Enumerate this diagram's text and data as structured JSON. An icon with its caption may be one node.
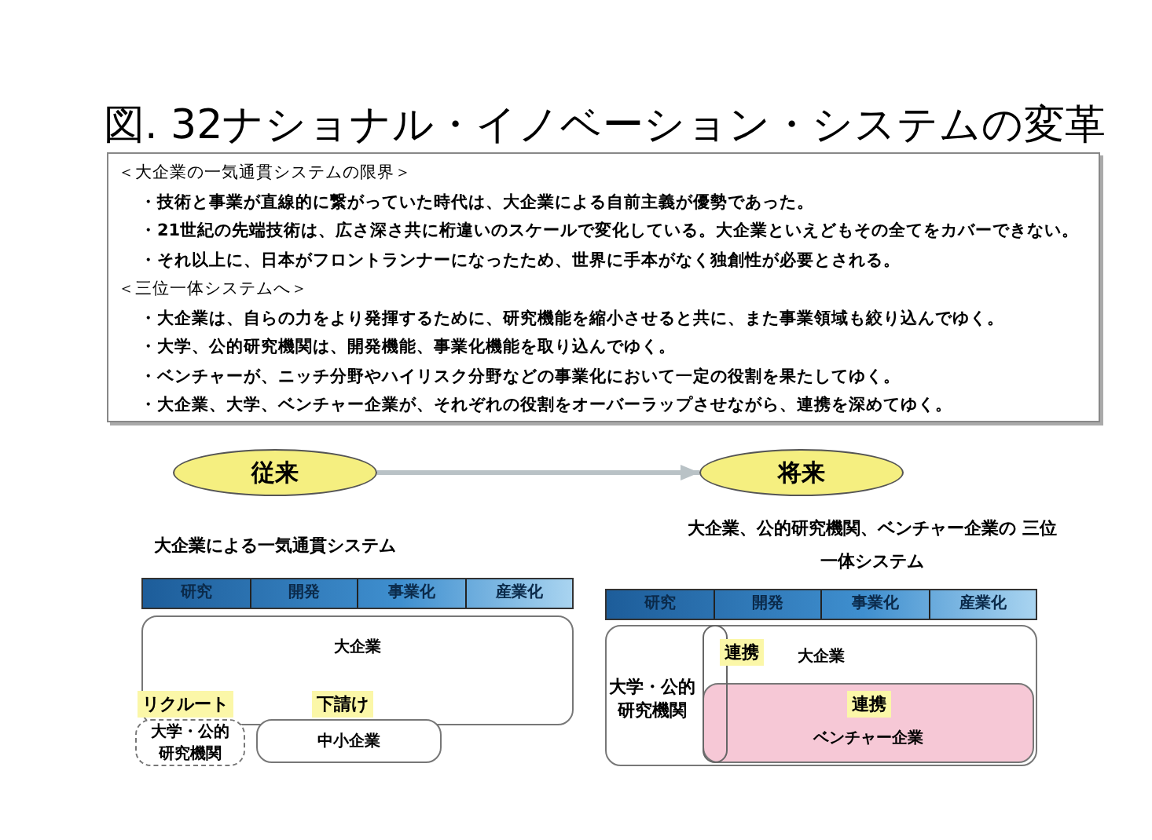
{
  "diagram": {
    "title": "図. 32ナショナル・イノベーション・システムの変革",
    "nodes": [
      {
        "text": [
          "＜大企業の一気通貫システムの限界＞",
          "・技術と事業が直線的に繋がっていた時代は、大企業による自前主義が優勢であった。",
          "・21世紀の先端技術は、広さ深さ共に桁違いのスケールで変化している。大企業といえどもその全てをカバーできない。",
          "・それ以上に、日本がフロントランナーになったため、世界に手本がなく独創性が必要とされる。",
          "＜三位一体システムへ＞",
          "・大企業は、自らの力をより発揮するために、研究機能を縮小させると共に、また事業領域も絞り込んでゆく。",
          "・大学、公的研究機関は、開発機能、事業化機能を取り込んでゆく。",
          "・ベンチャーが、ニッチ分野やハイリスク分野などの事業化において一定の役割を果たしてゆく。",
          "・大企業、大学、ベンチャー企業が、それぞれの役割をオーバーラップさせながら、連携を深めてゆく。"
        ]
      },
      {
        "text": [
          "従来"
        ]
      },
      {
        "text": [
          "将来"
        ]
      },
      {
        "text": [
          "研究",
          "開発",
          "事業化",
          "産業化"
        ]
      },
      {
        "text": [
          "大企業"
        ]
      },
      {
        "text": [
          "大学・公的研究機関"
        ]
      },
      {
        "text": [
          "中小企業"
        ]
      },
      {
        "text": [
          "研究",
          "開発",
          "事業化",
          "産業化"
        ]
      },
      {
        "text": [
          "大企業"
        ]
      },
      {
        "text": [],
        "shape": "box",
        "in": 8
      },
      {
        "text": [
          "ベンチャー企業"
        ],
        "in": 8
      }
    ],
    "edges": [
      {
        "from": 1,
        "to": 2,
        "arrow": "to"
      }
    ],
    "labels": [
      "大企業による一気通貫システム",
      "リクルート",
      "下請け",
      "大企業、公的研究機関、ベンチャー企業の 三位一体システム",
      "連携",
      "大学・公的研究機関",
      "連携"
    ]
  }
}
